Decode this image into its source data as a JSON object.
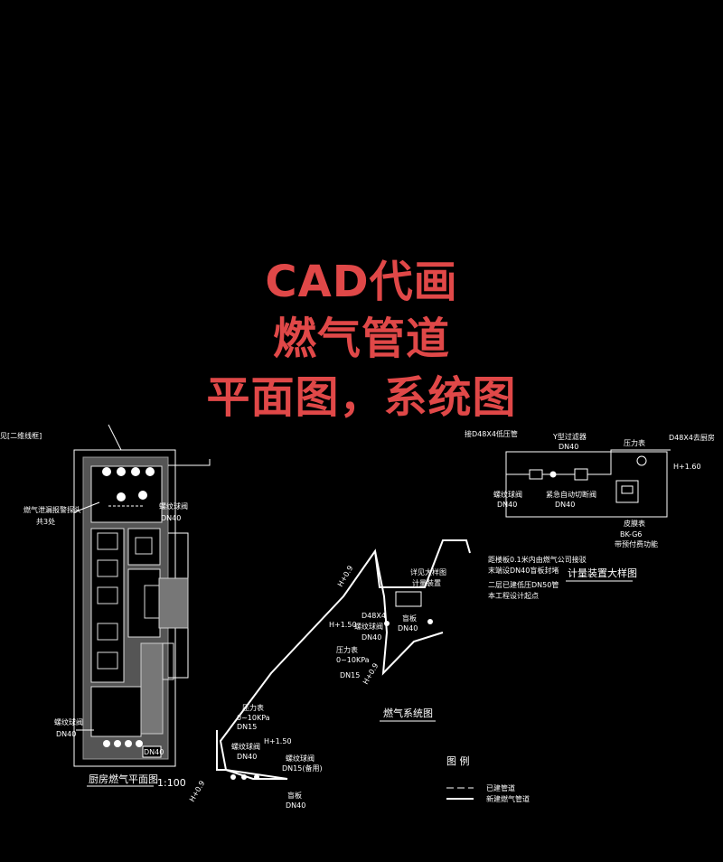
{
  "headline": {
    "line1": "CAD代画",
    "line2": "燃气管道",
    "line3": "平面图，系统图",
    "color": "#e04848"
  },
  "plan": {
    "title": "厨房燃气平面图",
    "scale": "1:100",
    "cut_label": "见[二维线框]",
    "label_gas_hood_line1": "燃气泄漏报警探头",
    "label_gas_hood_line2": "共3处",
    "label_valve_top": "螺纹球阀",
    "label_dn40_top": "DN40",
    "label_valve_bottom": "螺纹球阀",
    "label_dn40_bottom": "DN40",
    "label_dn40_right": "DN40"
  },
  "meter": {
    "title": "计量装置大样图",
    "label_pipe_left": "接D48X4低压管",
    "label_filter": "Y型过滤器",
    "label_filter_dn": "DN40",
    "label_gauge": "压力表",
    "label_pipe_right": "D48X4去厨房",
    "label_height": "H+1.60",
    "label_ball_valve": "螺纹球阀",
    "label_ball_dn": "DN40",
    "label_cutoff": "紧急自动切断阀",
    "label_cutoff_dn": "DN40",
    "label_meter": "皮膜表",
    "label_meter_model": "BK-G6",
    "label_meter_note": "带预付费功能"
  },
  "system": {
    "title": "燃气系统图",
    "label_main_note1": "距楼板0.1米内由燃气公司接驳",
    "label_main_note2": "末端设DN40盲板封堵",
    "label_main_note3": "二层已建低压DN50管",
    "label_main_note4": "本工程设计起点",
    "label_meter_ref1": "详见大样图",
    "label_meter_ref2": "计量装置",
    "label_d48": "D48X4",
    "label_h150_a": "H+1.50",
    "label_valve_a": "螺纹球阀",
    "label_dn40_a": "DN40",
    "label_blind_a": "盲板",
    "label_dn40_b": "DN40",
    "label_gauge_a": "压力表",
    "label_gauge_range_a": "0~10KPa",
    "label_dn15_a": "DN15",
    "label_gauge_b": "压力表",
    "label_gauge_range_b": "0~10KPa",
    "label_dn15_b": "DN15",
    "label_h150_b": "H+1.50",
    "label_valve_b": "螺纹球阀",
    "label_dn40_c": "DN40",
    "label_valve_c": "螺纹球阀",
    "label_dn15_c": "DN15(备用)",
    "label_blind_b": "盲板",
    "label_dn40_d": "DN40",
    "label_h_riser": "H+0.9",
    "label_h_riser2": "H+0.9",
    "label_h_left": "H+0.9"
  },
  "legend": {
    "title": "图 例",
    "existing": "已建管道",
    "new": "新建燃气管道"
  }
}
